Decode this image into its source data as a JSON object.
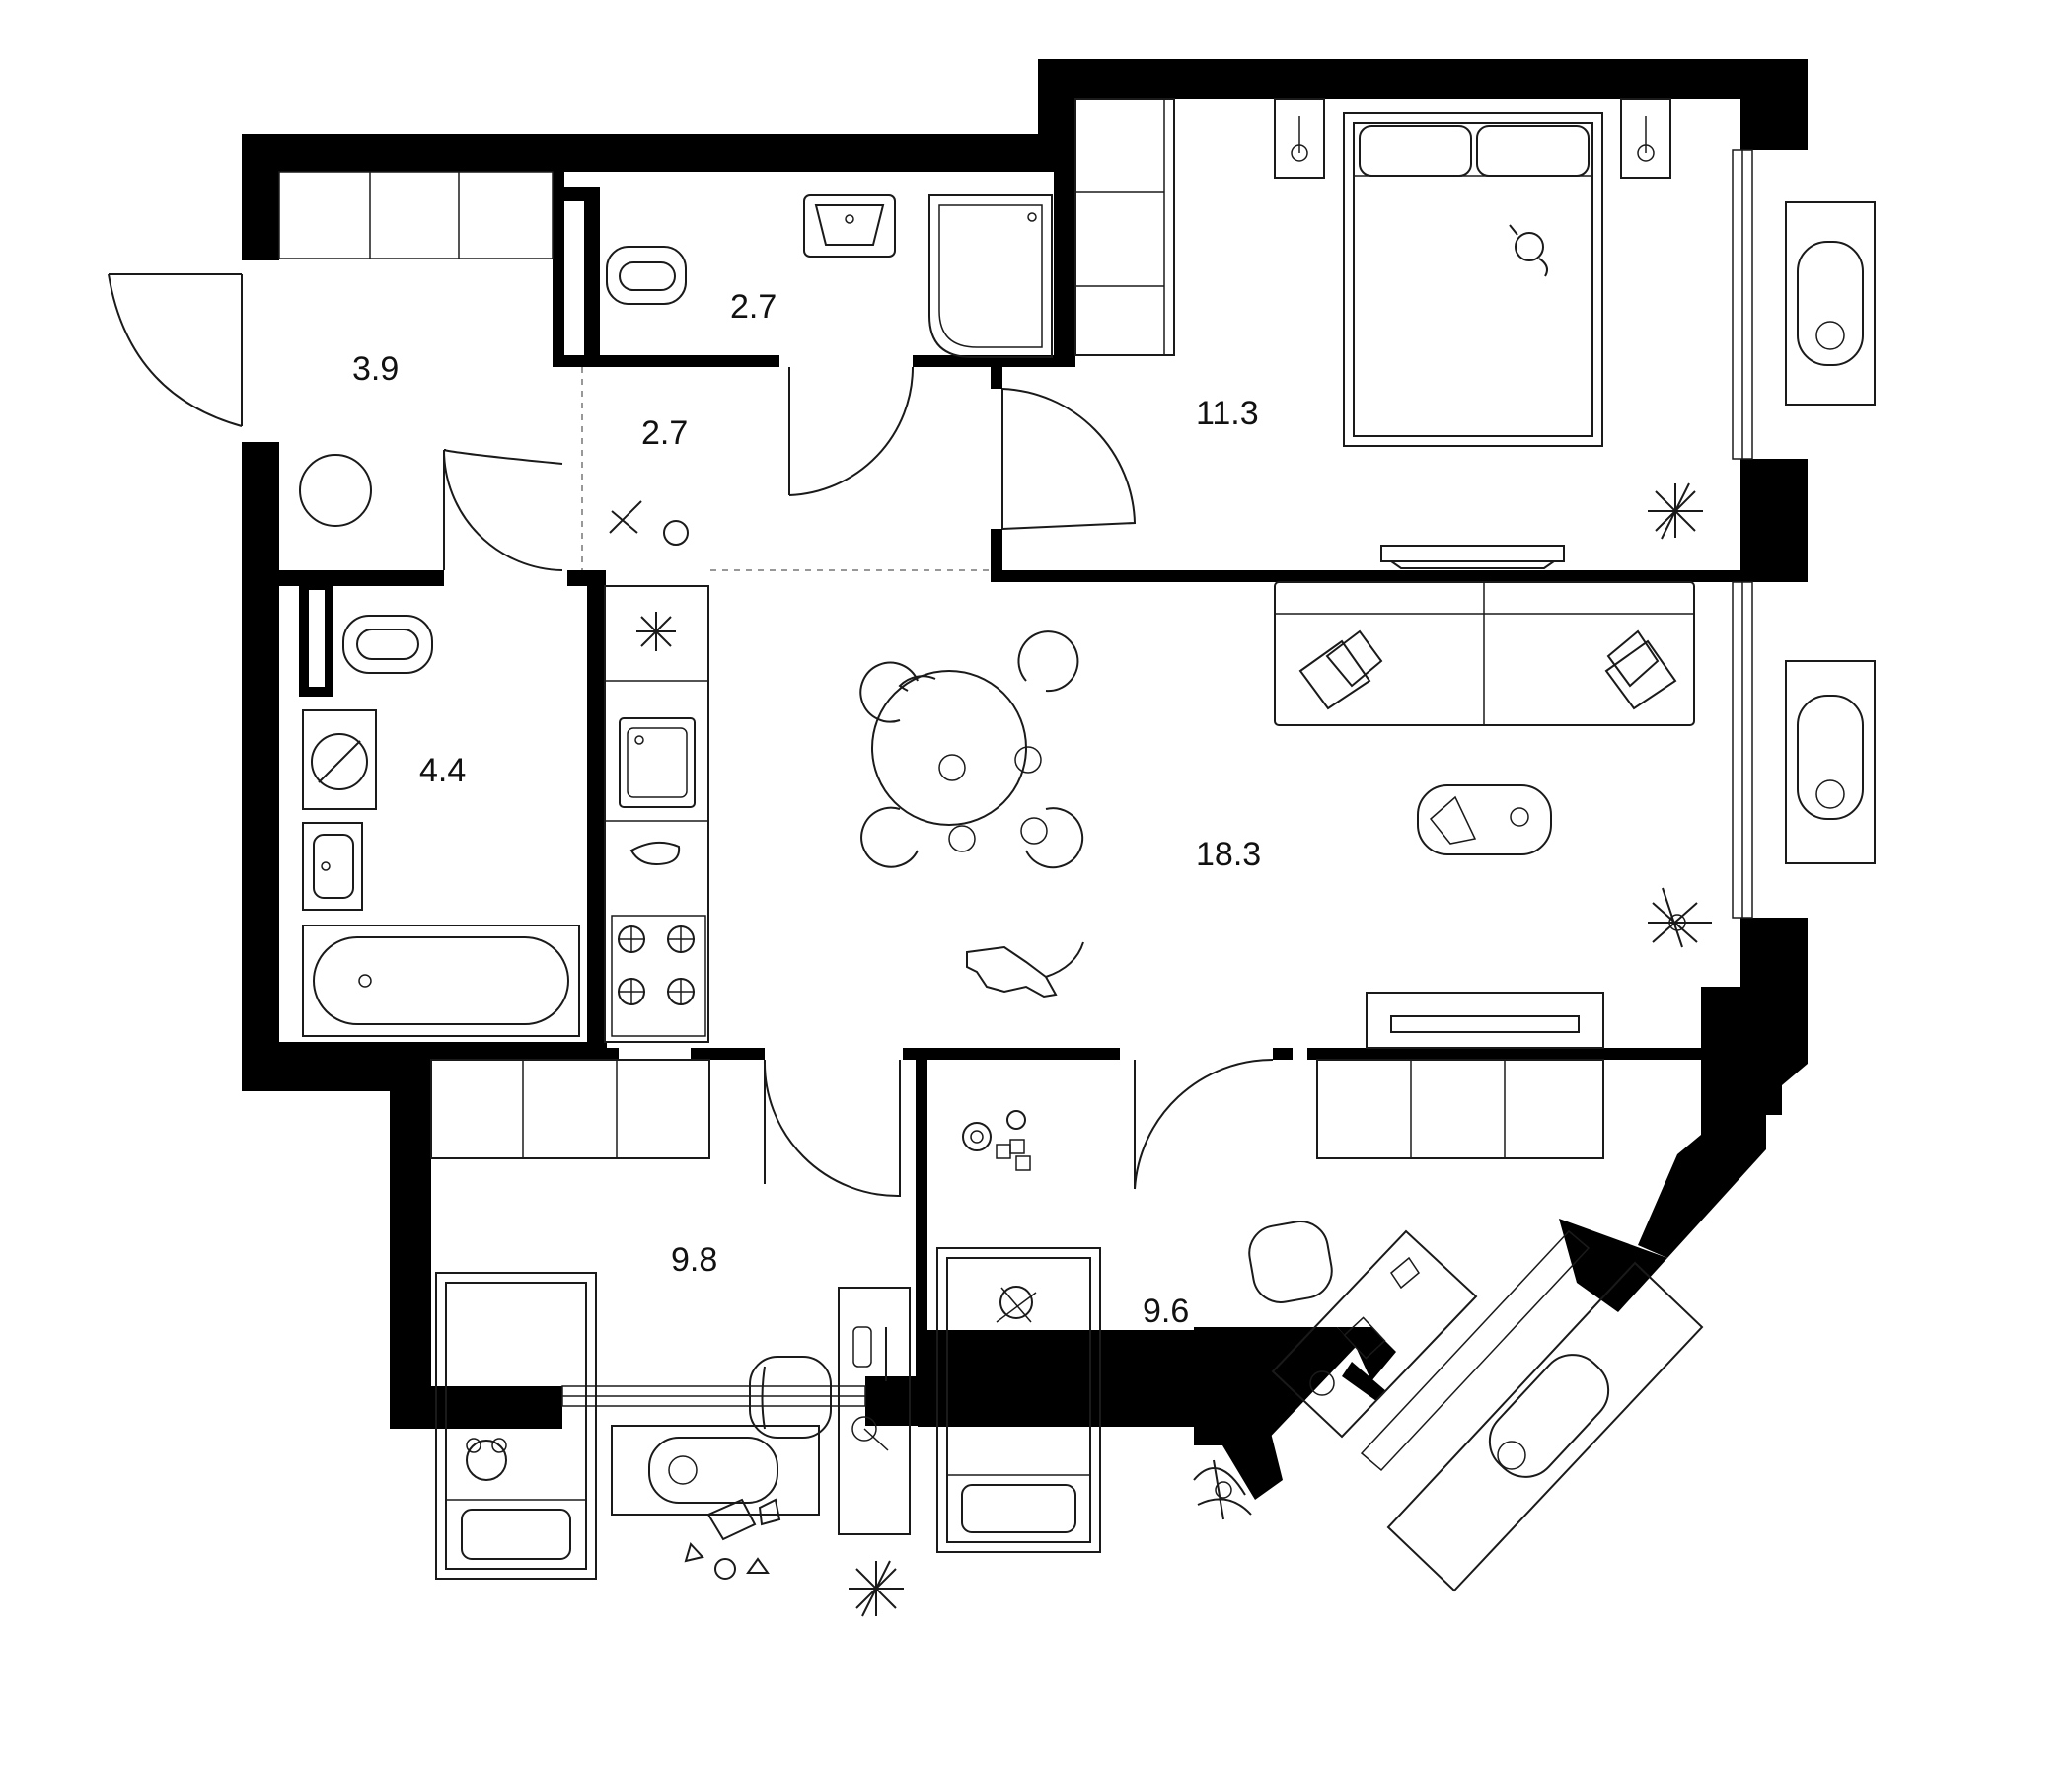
{
  "colors": {
    "wall": "#000000",
    "line": "#1a1a1a",
    "background": "#ffffff"
  },
  "rooms": [
    {
      "id": "entry",
      "area": "3.9"
    },
    {
      "id": "wc",
      "area": "2.7"
    },
    {
      "id": "hall",
      "area": "2.7"
    },
    {
      "id": "bedroom",
      "area": "11.3"
    },
    {
      "id": "bathroom",
      "area": "4.4"
    },
    {
      "id": "living-kitchen",
      "area": "18.3"
    },
    {
      "id": "kids-room-left",
      "area": "9.8"
    },
    {
      "id": "kids-room-right",
      "area": "9.6"
    }
  ],
  "icons": [
    "door-icon",
    "toilet-icon",
    "sink-icon",
    "shower-icon",
    "bathtub-icon",
    "washing-machine-icon",
    "double-bed-icon",
    "nightstand-icon",
    "sofa-icon",
    "dining-table-icon",
    "stove-icon",
    "fridge-icon",
    "tv-icon",
    "plant-icon",
    "radiator-icon",
    "desk-icon",
    "chair-icon",
    "single-bed-icon",
    "toy-icon",
    "cat-icon",
    "dog-icon",
    "window-icon"
  ]
}
